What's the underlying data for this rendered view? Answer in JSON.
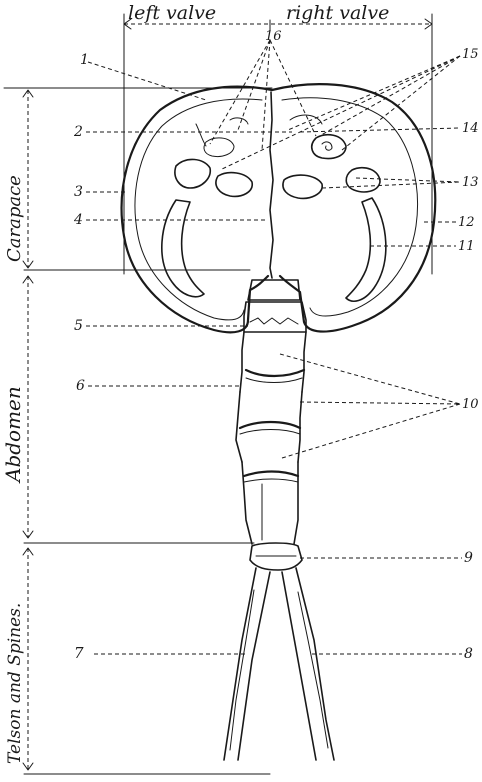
{
  "header": {
    "left_valve": "left valve",
    "right_valve": "right valve"
  },
  "regions": {
    "carapace": "Carapace",
    "abdomen": "Abdomen",
    "telson": "Telson and Spines."
  },
  "part_numbers": {
    "n1": "1",
    "n2": "2",
    "n3": "3",
    "n4": "4",
    "n5": "5",
    "n6": "6",
    "n7": "7",
    "n8": "8",
    "n9": "9",
    "n10": "10",
    "n11": "11",
    "n12": "12",
    "n13": "13",
    "n14": "14",
    "n15": "15",
    "n16": "16"
  },
  "colors": {
    "ink": "#1a1a1a",
    "paper": "#ffffff"
  }
}
